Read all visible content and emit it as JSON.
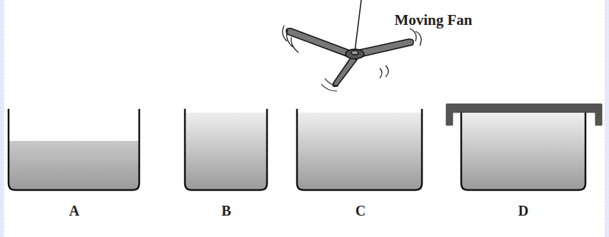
{
  "diagram": {
    "labels": [
      "Moving Fan",
      "A",
      "B",
      "C",
      "D"
    ]
  }
}
